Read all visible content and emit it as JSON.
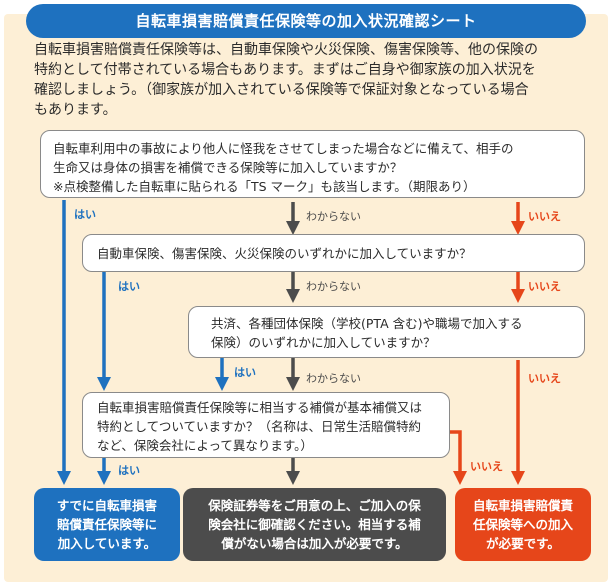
{
  "header": {
    "title": "自転車損害賠償責任保険等の加入状況確認シート"
  },
  "intro": {
    "line1": "自転車損害賠償責任保険等は、自動車保険や火災保険、傷害保険等、他の保険の",
    "line2": "特約として付帯されている場合もあります。まずはご自身や御家族の加入状況を",
    "line3": "確認しましょう。（御家族が加入されている保険等で保証対象となっている場合",
    "line4": "もあります。"
  },
  "questions": {
    "q1": {
      "line1": "自転車利用中の事故により他人に怪我をさせてしまった場合などに備えて、相手の",
      "line2": "生命又は身体の損害を補償できる保険等に加入していますか？",
      "line3": "※点検整備した自転車に貼られる「TS マーク」も該当します。（期限あり）"
    },
    "q2": {
      "line1": "自動車保険、傷害保険、火災保険のいずれかに加入していますか？"
    },
    "q3": {
      "line1": "共済、各種団体保険（学校(PTA 含む)や職場で加入する",
      "line2": "保険）のいずれかに加入していますか？"
    },
    "q4": {
      "line1": "自転車損害賠償責任保険等に相当する補償が基本補償又は",
      "line2": "特約としてついていますか？（名称は、日常生活賠償特約",
      "line3": "など、保険会社によって異なります。）"
    }
  },
  "labels": {
    "yes": "はい",
    "dont_know": "わからない",
    "no": "いいえ"
  },
  "results": {
    "enrolled": {
      "line1": "すでに自転車損害",
      "line2": "賠償責任保険等に",
      "line3": "加入しています。"
    },
    "check": {
      "line1": "保険証券等をご用意の上、ご加入の保",
      "line2": "険会社に御確認ください。相当する補",
      "line3": "償がない場合は加入が必要です。"
    },
    "required": {
      "line1": "自転車損害賠償責",
      "line2": "任保険等への加入",
      "line3": "が必要です。"
    }
  },
  "colors": {
    "yes": "#1e71bf",
    "dont_know": "#4c4c4c",
    "no": "#e6461a",
    "background": "#fdefd6"
  }
}
